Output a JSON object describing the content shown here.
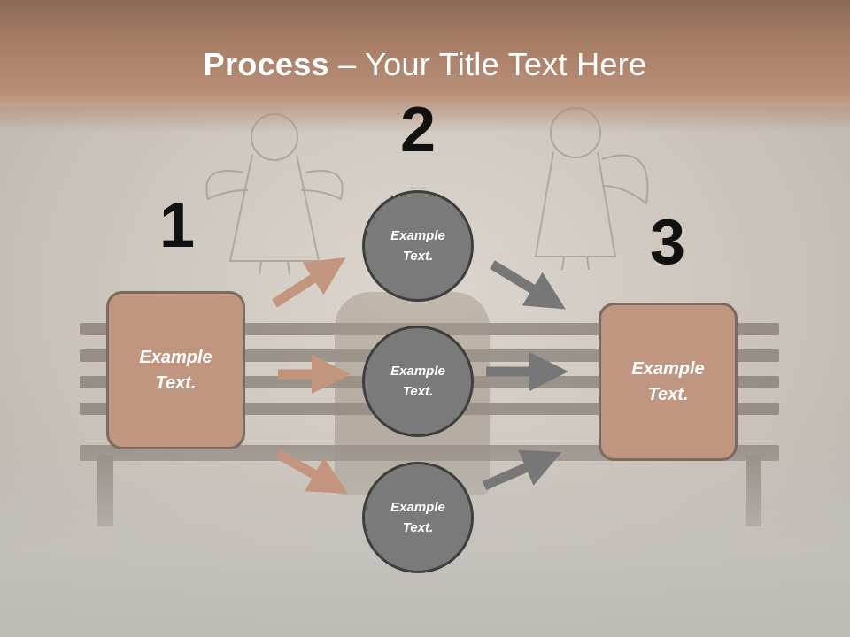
{
  "title": {
    "bold": "Process",
    "rest": " – Your Title Text Here"
  },
  "steps": [
    {
      "number": "1",
      "text_line1": "Example",
      "text_line2": "Text."
    },
    {
      "number": "2",
      "text_line1": "Example",
      "text_line2": "Text."
    },
    {
      "number": "3",
      "text_line1": "Example",
      "text_line2": "Text."
    }
  ],
  "circles": [
    {
      "line1": "Example",
      "line2": "Text."
    },
    {
      "line1": "Example",
      "line2": "Text."
    },
    {
      "line1": "Example",
      "line2": "Text."
    }
  ],
  "colors": {
    "box_fill": "#c09680",
    "box_border": "#7a6a60",
    "circle_fill": "#7a7a7a",
    "circle_border": "#3f3f3f",
    "arrow_left": "#c4957e",
    "arrow_right": "#777777",
    "title_band": "#a97f67"
  }
}
